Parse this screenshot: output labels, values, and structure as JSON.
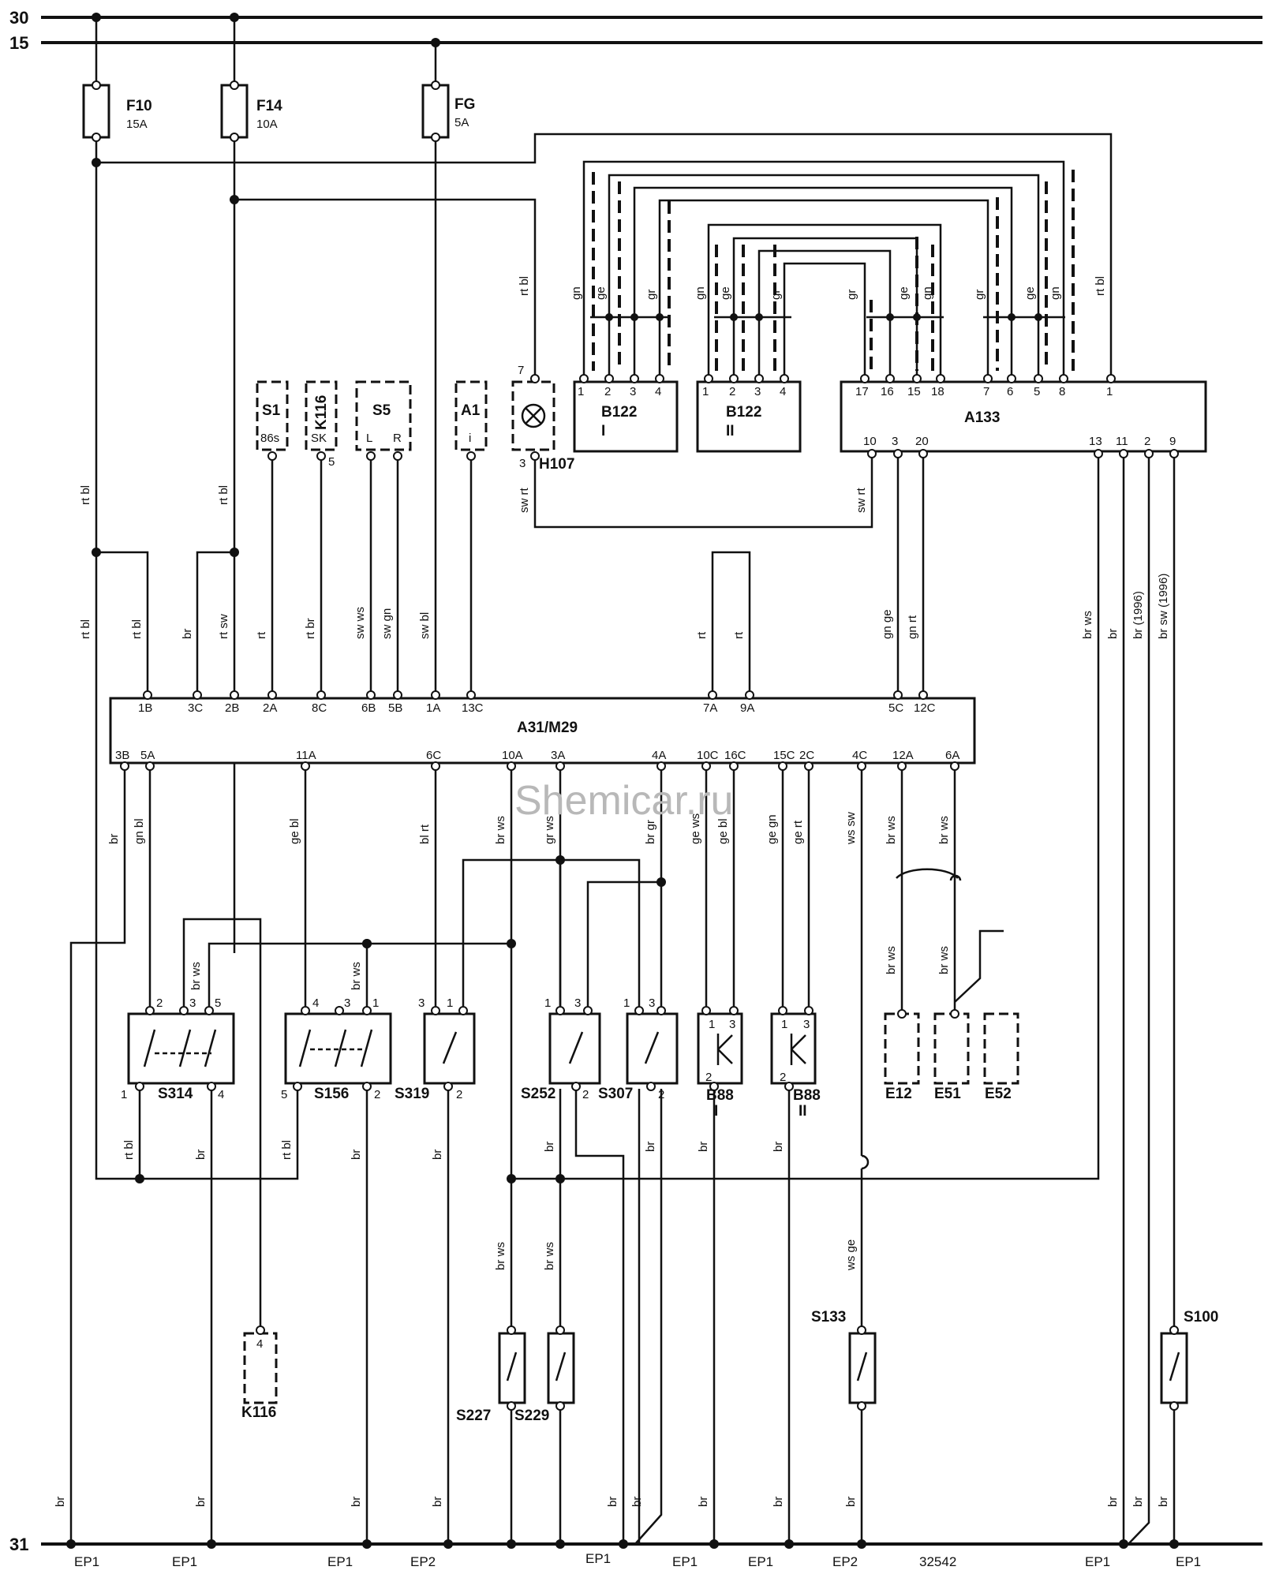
{
  "rails": {
    "r30": "30",
    "r15": "15",
    "r31": "31"
  },
  "fuses": [
    {
      "id": "F10",
      "rating": "15A"
    },
    {
      "id": "F14",
      "rating": "10A"
    },
    {
      "id": "FG",
      "rating": "5A"
    }
  ],
  "components": {
    "s1": {
      "id": "S1",
      "pin": "86s"
    },
    "k116_top": {
      "id": "K116",
      "pin": "SK",
      "num": "5"
    },
    "s5": {
      "id": "S5",
      "pin_l": "L",
      "pin_r": "R"
    },
    "a1": {
      "id": "A1",
      "pin": "i"
    },
    "h107": {
      "id": "H107",
      "pin_top": "7",
      "pin_bot": "3"
    },
    "b122_1": {
      "id": "B122",
      "sub": "I",
      "pins": [
        "1",
        "2",
        "3",
        "4"
      ]
    },
    "b122_2": {
      "id": "B122",
      "sub": "II",
      "pins": [
        "1",
        "2",
        "3",
        "4"
      ]
    },
    "a133": {
      "id": "A133",
      "top_pins": [
        "17",
        "16",
        "15",
        "18",
        "7",
        "6",
        "5",
        "8",
        "1"
      ],
      "bottom_pins": [
        "10",
        "3",
        "20",
        "13",
        "11",
        "2",
        "9"
      ]
    },
    "a31": {
      "id": "A31/M29",
      "top_pins": [
        "1B",
        "3C",
        "2B",
        "2A",
        "8C",
        "6B",
        "5B",
        "1A",
        "13C",
        "7A",
        "9A",
        "5C",
        "12C"
      ],
      "bottom_pins": [
        "3B",
        "5A",
        "11A",
        "6C",
        "10A",
        "3A",
        "4A",
        "10C",
        "16C",
        "15C",
        "2C",
        "4C",
        "12A",
        "6A"
      ]
    },
    "s314": {
      "id": "S314",
      "pins": [
        "2",
        "3",
        "5",
        "1",
        "4"
      ]
    },
    "s156": {
      "id": "S156",
      "pins": [
        "4",
        "3",
        "1",
        "5",
        "2"
      ]
    },
    "s319": {
      "id": "S319",
      "pins": [
        "3",
        "1",
        "2"
      ]
    },
    "s252": {
      "id": "S252",
      "pins": [
        "1",
        "3",
        "2"
      ]
    },
    "s307": {
      "id": "S307",
      "pins": [
        "1",
        "3",
        "2"
      ]
    },
    "b88_1": {
      "id": "B88",
      "sub": "I",
      "pins": [
        "1",
        "3",
        "2"
      ]
    },
    "b88_2": {
      "id": "B88",
      "sub": "II",
      "pins": [
        "1",
        "3",
        "2"
      ]
    },
    "e12": {
      "id": "E12"
    },
    "e51": {
      "id": "E51"
    },
    "e52": {
      "id": "E52"
    },
    "k116_bot": {
      "id": "K116",
      "pin": "4"
    },
    "s227": {
      "id": "S227"
    },
    "s229": {
      "id": "S229"
    },
    "s133": {
      "id": "S133"
    },
    "s100": {
      "id": "S100"
    }
  },
  "wire_labels": {
    "rt_bl": "rt bl",
    "br": "br",
    "rt_sw": "rt sw",
    "rt": "rt",
    "rt_br": "rt br",
    "sw_ws": "sw ws",
    "sw_gn": "sw gn",
    "sw_bl": "sw bl",
    "sw_rt": "sw rt",
    "gn": "gn",
    "ge": "ge",
    "gr": "gr",
    "gn_ge": "gn ge",
    "gn_rt": "gn rt",
    "br_ws": "br ws",
    "br_1996": "br (1996)",
    "br_sw_1996": "br sw (1996)",
    "gn_bl": "gn bl",
    "ge_bl": "ge bl",
    "bl_rt": "bl rt",
    "gr_ws": "gr ws",
    "br_gr": "br gr",
    "ge_ws": "ge ws",
    "ge_gn": "ge gn",
    "ge_rt": "ge rt",
    "ws_sw": "ws sw",
    "ws_ge": "ws ge"
  },
  "grounds": {
    "ep1": "EP1",
    "ep2": "EP2",
    "code": "32542"
  },
  "watermark": "Shemicar.ru"
}
